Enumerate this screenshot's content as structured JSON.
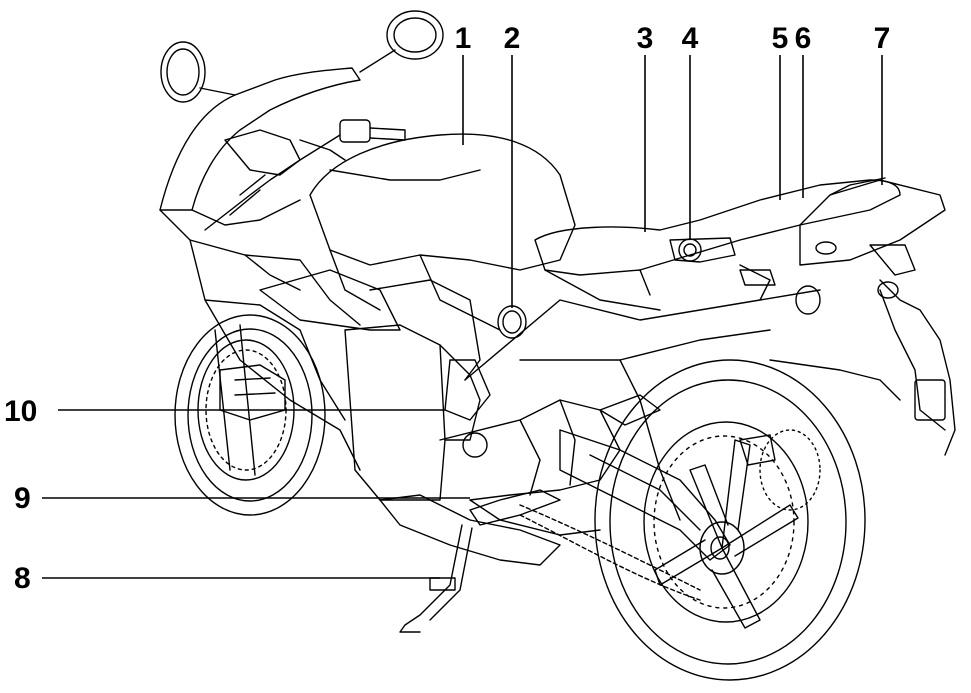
{
  "diagram": {
    "callouts": [
      {
        "label": "1"
      },
      {
        "label": "2"
      },
      {
        "label": "3"
      },
      {
        "label": "4"
      },
      {
        "label": "5"
      },
      {
        "label": "6"
      },
      {
        "label": "7"
      },
      {
        "label": "8"
      },
      {
        "label": "9"
      },
      {
        "label": "10"
      }
    ]
  },
  "colors": {
    "ink": "#000000",
    "paper": "#ffffff"
  }
}
